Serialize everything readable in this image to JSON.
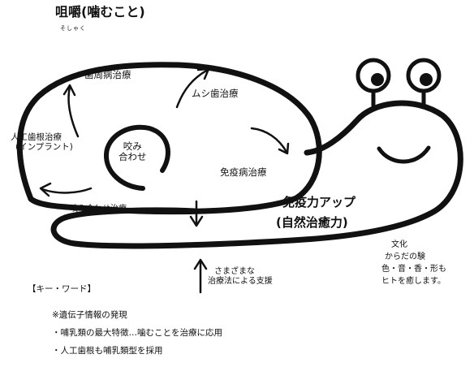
{
  "title": "咀嚼(噛むこと)",
  "title_ruby": "そしゃく",
  "labels": {
    "periodontal": "歯周病治療",
    "caries": "ムシ歯治療",
    "implant_line1": "人工歯根治療",
    "implant_line2": "(インプラント)",
    "kamiawase_line1": "咬み",
    "kamiawase_line2": "合わせ",
    "immune_disease": "免疫病治療",
    "occlusion": "咬み合わせ治療",
    "immunity_up": "免疫力アップ",
    "natural_healing": "(自然治癒力)",
    "support_line1": "さまざまな",
    "support_line2": "治療法による支援",
    "culture_line1": "文化",
    "culture_line2": "からだの験",
    "culture_line3": "色・音・香・形も",
    "culture_line4": "ヒトを癒します。"
  },
  "keywords": {
    "heading": "【キー・ワード】",
    "items": [
      "※遺伝子情報の発現",
      "・哺乳類の最大特徴…噛むことを治療に応用",
      "・人工歯根も哺乳類型を採用"
    ]
  }
}
